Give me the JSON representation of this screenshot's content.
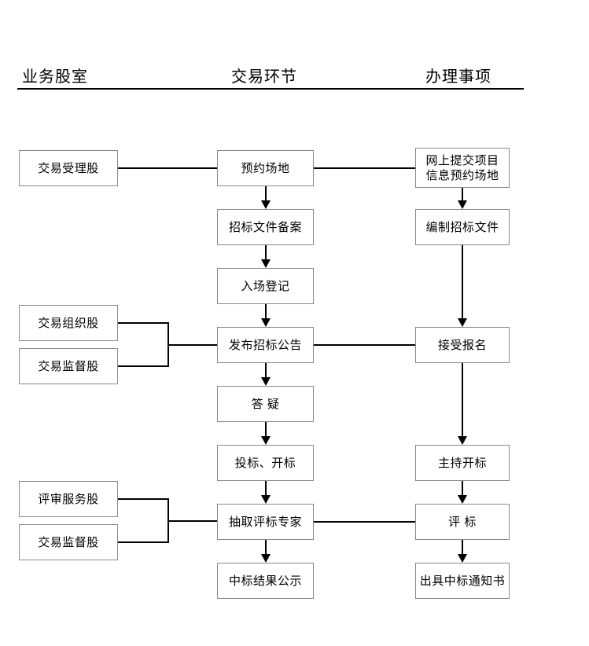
{
  "header": {
    "col1": "业务股室",
    "col2": "交易环节",
    "col3": "办理事项"
  },
  "departments": [
    {
      "label": "交易受理股"
    },
    {
      "label": "交易组织股"
    },
    {
      "label": "交易监督股"
    },
    {
      "label": "评审服务股"
    },
    {
      "label": "交易监督股"
    }
  ],
  "process_steps": [
    {
      "label": "预约场地"
    },
    {
      "label": "招标文件备案"
    },
    {
      "label": "入场登记"
    },
    {
      "label": "发布招标公告"
    },
    {
      "label": "答  疑"
    },
    {
      "label": "投标、开标"
    },
    {
      "label": "抽取评标专家"
    },
    {
      "label": "中标结果公示"
    }
  ],
  "tasks": [
    {
      "label": "网上提交项目\n信息预约场地"
    },
    {
      "label": "编制招标文件"
    },
    {
      "label": "接受报名"
    },
    {
      "label": "主持开标"
    },
    {
      "label": "评  标"
    },
    {
      "label": "出具中标通知书"
    }
  ]
}
